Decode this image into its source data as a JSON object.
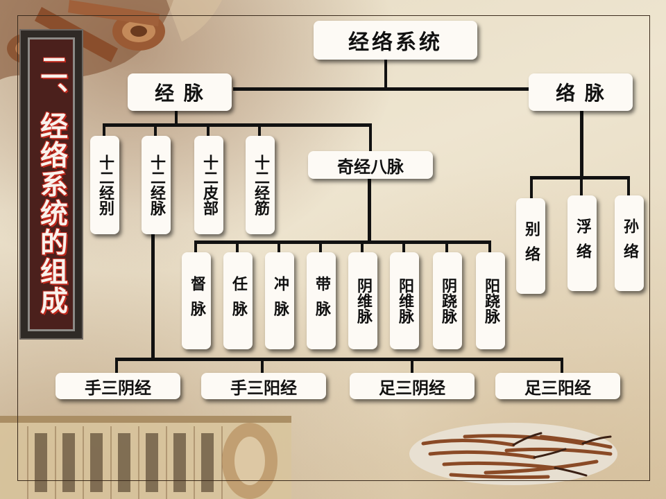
{
  "banner": {
    "title": "二、经络系统的组成"
  },
  "tree": {
    "root": "经络系统",
    "jingmai": "经 脉",
    "luomai": "络 脉",
    "jingmai_children": [
      "十二经别",
      "十二经脉",
      "十二皮部",
      "十二经筋"
    ],
    "qijing": "奇经八脉",
    "qijing_children": [
      "督脉",
      "任脉",
      "冲脉",
      "带脉",
      "阴维脉",
      "阳维脉",
      "阴跷脉",
      "阳跷脉"
    ],
    "luomai_children": [
      "别络",
      "浮络",
      "孙络"
    ],
    "twelve_channels": [
      "手三阴经",
      "手三阳经",
      "足三阴经",
      "足三阳经"
    ]
  },
  "colors": {
    "banner_bg": "#4b201c",
    "banner_text_outline": "#c0281c",
    "box": "#fdfaf5",
    "line": "#111111"
  },
  "images": [
    "cinnamon-bark-image",
    "ancient-scroll-image",
    "cordyceps-herb-image"
  ]
}
